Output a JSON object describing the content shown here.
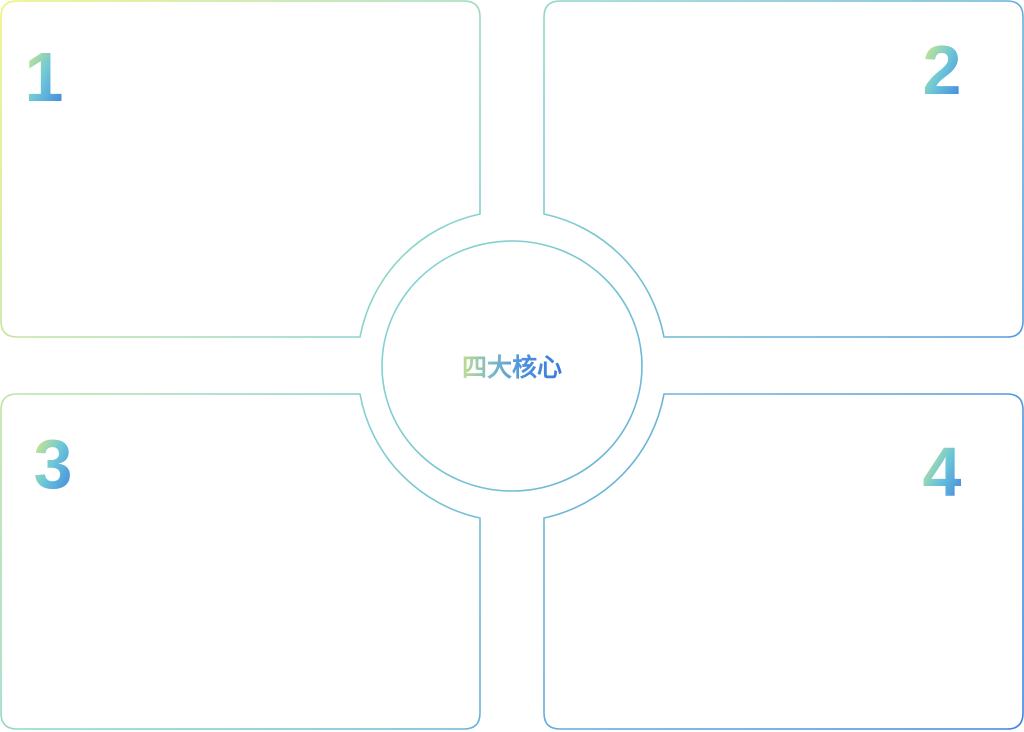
{
  "title": "四大核心",
  "panels": [
    {
      "number": "1"
    },
    {
      "number": "2"
    },
    {
      "number": "3"
    },
    {
      "number": "4"
    }
  ],
  "colors": {
    "gradient_start": "#eef27a",
    "gradient_mid": "#7fd0d6",
    "gradient_end": "#3a7be0"
  }
}
